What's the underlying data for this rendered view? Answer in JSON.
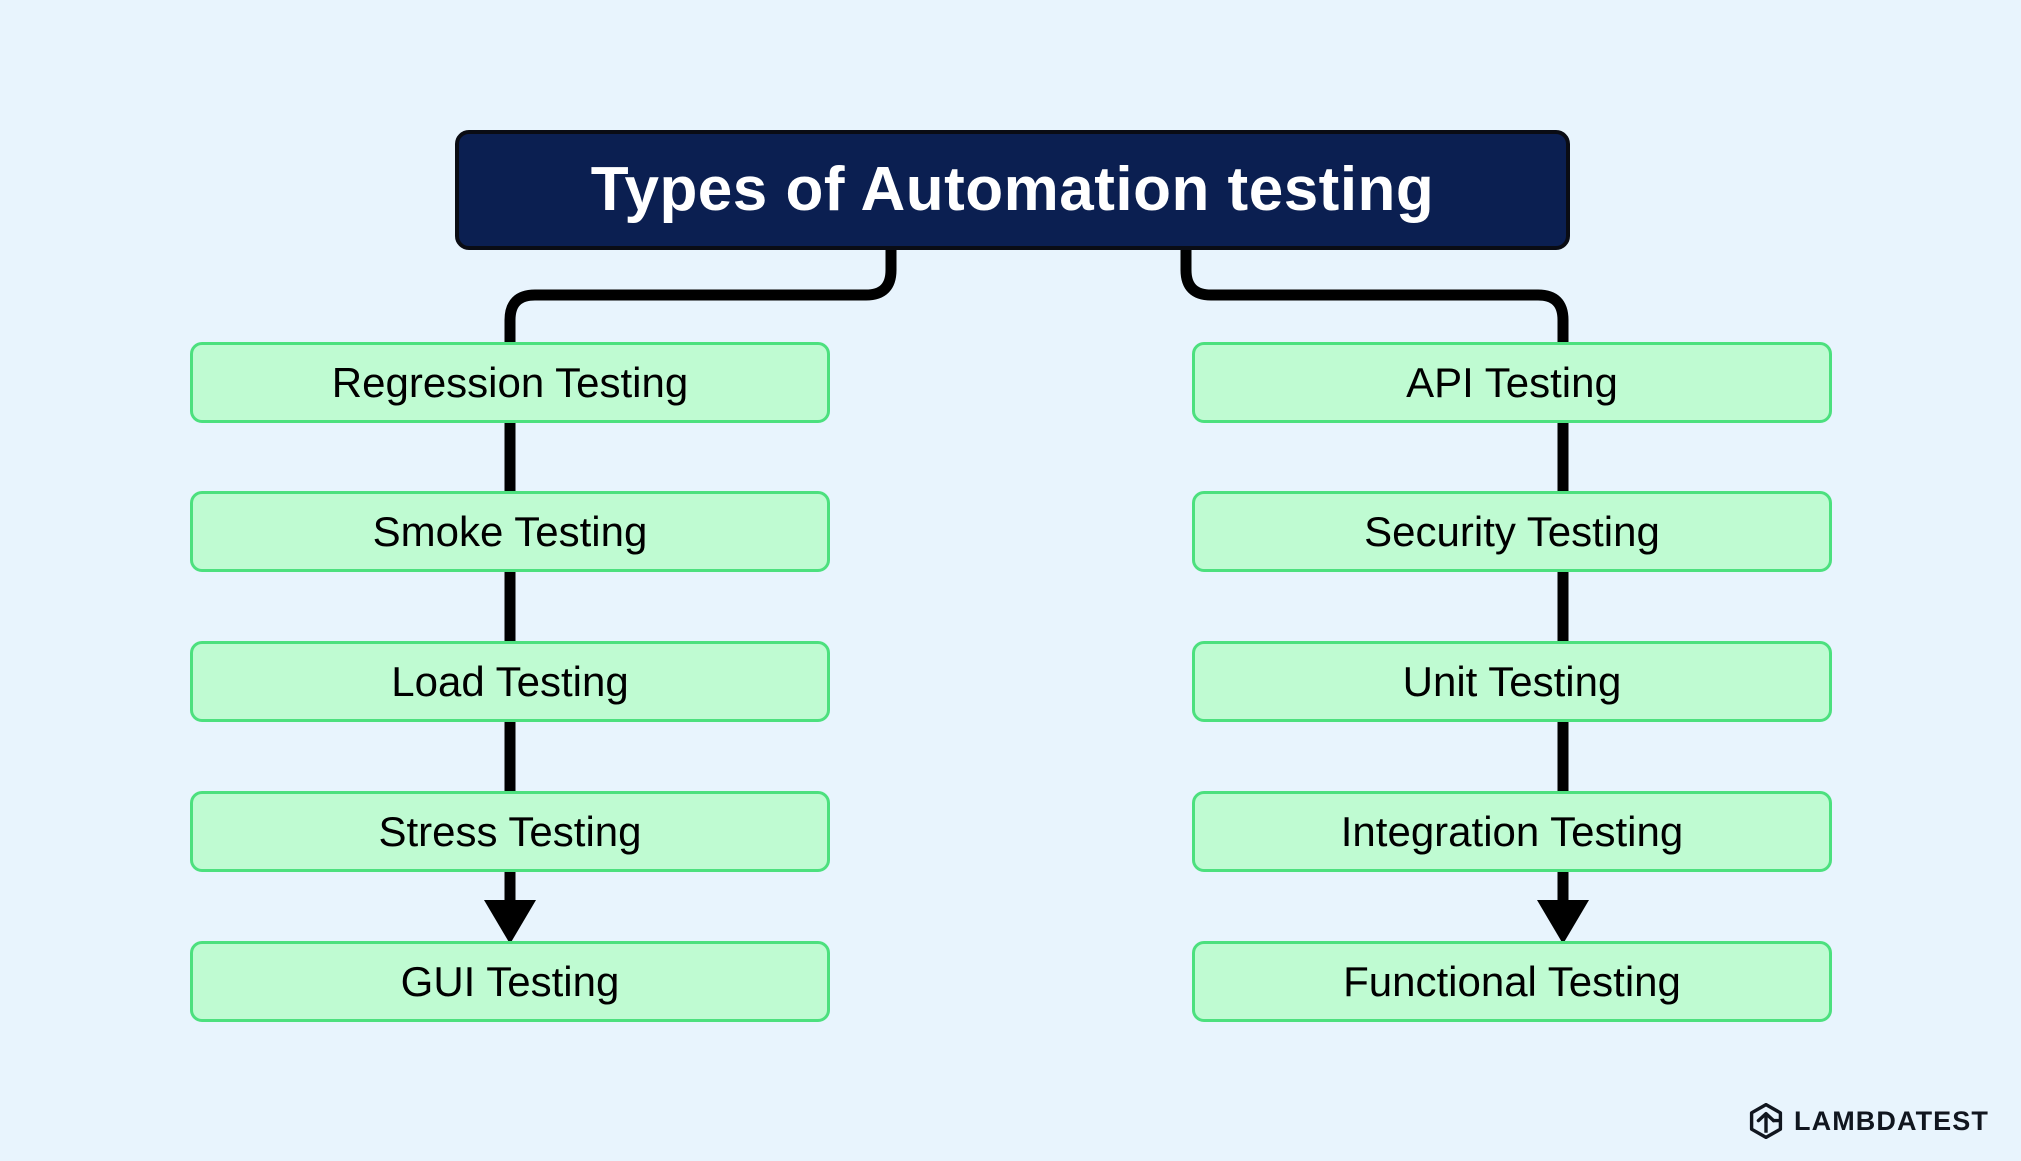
{
  "diagram": {
    "type": "hierarchy-tree",
    "title": "Types of Automation testing",
    "background_color": "#e8f4fd",
    "root": {
      "label": "Types of Automation testing",
      "fill_color": "#0b1f51",
      "text_color": "#ffffff"
    },
    "node_style": {
      "fill_color": "#bffbd2",
      "border_color": "#4ce07e",
      "text_color": "#000000"
    },
    "connector_color": "#000000",
    "branches": [
      {
        "name": "left-branch",
        "nodes": [
          {
            "label": "Regression Testing"
          },
          {
            "label": "Smoke Testing"
          },
          {
            "label": "Load Testing"
          },
          {
            "label": "Stress Testing"
          },
          {
            "label": "GUI Testing"
          }
        ]
      },
      {
        "name": "right-branch",
        "nodes": [
          {
            "label": "API Testing"
          },
          {
            "label": "Security Testing"
          },
          {
            "label": "Unit Testing"
          },
          {
            "label": "Integration Testing"
          },
          {
            "label": "Functional Testing"
          }
        ]
      }
    ]
  },
  "branding": {
    "wordmark": "LAMBDATEST",
    "mark_icon": "lambdatest-hexagon-arrow-icon",
    "color": "#11161f"
  }
}
